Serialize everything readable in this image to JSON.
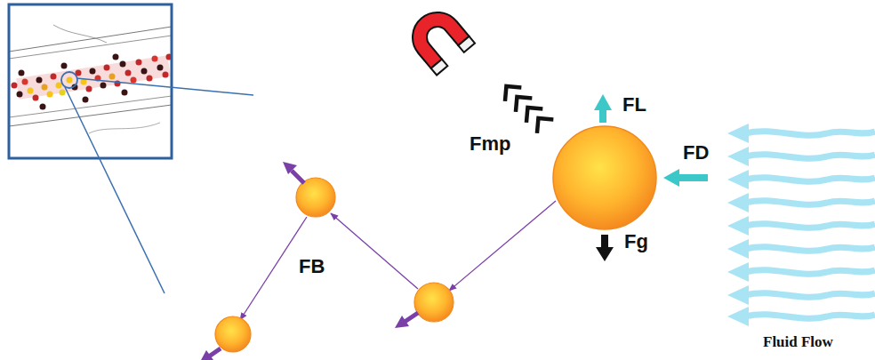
{
  "diagram": {
    "labels": [
      "FL",
      "Fmp",
      "FD",
      "Fg",
      "FB",
      "Fluid Flow"
    ]
  }
}
